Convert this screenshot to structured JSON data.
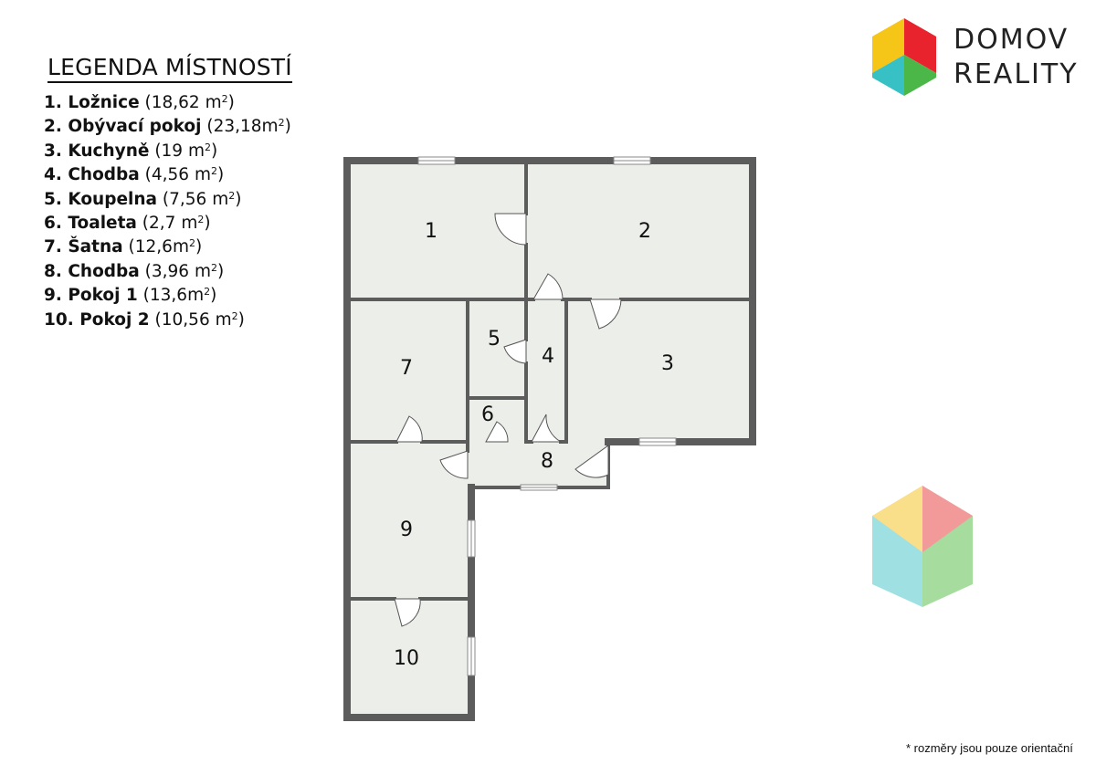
{
  "legend": {
    "title": "LEGENDA MÍSTNOSTÍ",
    "items": [
      {
        "name": "1. Ložnice",
        "area": " (18,62 m",
        "sup": "2",
        "close": ")"
      },
      {
        "name": "2. Obývací pokoj",
        "area": " (23,18m",
        "sup": "2",
        "close": ")"
      },
      {
        "name": "3. Kuchyně",
        "area": " (19 m",
        "sup": "2",
        "close": ")"
      },
      {
        "name": "4. Chodba",
        "area": " (4,56 m",
        "sup": "2",
        "close": ")"
      },
      {
        "name": "5. Koupelna",
        "area": " (7,56 m",
        "sup": "2",
        "close": ")"
      },
      {
        "name": "6. Toaleta",
        "area": " (2,7 m",
        "sup": "2",
        "close": ")"
      },
      {
        "name": "7. Šatna",
        "area": " (12,6m",
        "sup": "2",
        "close": ")"
      },
      {
        "name": "8. Chodba",
        "area": " (3,96 m",
        "sup": "2",
        "close": ")"
      },
      {
        "name": "9. Pokoj 1",
        "area": " (13,6m",
        "sup": "2",
        "close": ")"
      },
      {
        "name": "10. Pokoj 2",
        "area": " (10,56 m",
        "sup": "2",
        "close": ")"
      }
    ]
  },
  "logo": {
    "line1": "DOMOV",
    "line2": "REALITY",
    "colors": {
      "top_left": "#f5c518",
      "top_right": "#e8232e",
      "bottom_left": "#37c1c4",
      "bottom_right": "#4ab748"
    }
  },
  "watermark": {
    "colors": {
      "top_left": "#f9df8a",
      "top_right": "#f29a9a",
      "bottom_left": "#9fe0e2",
      "bottom_right": "#a6dc9e"
    }
  },
  "floorplan": {
    "wall_color": "#5c5c5c",
    "room_fill": "#eceee9",
    "rooms": [
      "1",
      "2",
      "3",
      "4",
      "5",
      "6",
      "7",
      "8",
      "9",
      "10"
    ]
  },
  "footnote": "* rozměry jsou pouze orientační"
}
